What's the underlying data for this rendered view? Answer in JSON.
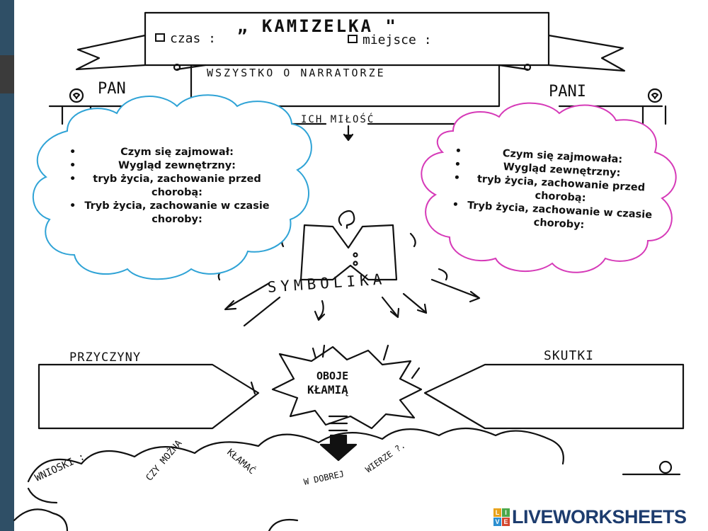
{
  "worksheet": {
    "title": "„ KAMIZELKA \"",
    "time_label": "czas :",
    "place_label": "miejsce :",
    "narrator_banner": "WSZYSTKO O NARRATORZE",
    "left_character": "PAN",
    "right_character": "PANI",
    "love_label": "ICH MIŁOŚĆ",
    "symbolism_label": "SYMBOLIKA",
    "causes_label": "PRZYCZYNY",
    "effects_label": "SKUTKI",
    "center_bubble": [
      "OBOJE",
      "KŁAMIĄ"
    ],
    "conclusions_label": "WNIOSKI :",
    "question_parts": [
      "CZY MOŻNA",
      "KŁAMAĆ",
      "W DOBREJ",
      "WIERZE ?."
    ]
  },
  "left_cloud": {
    "items": [
      "Czym się zajmował:",
      "Wygląd zewnętrzny:",
      "tryb życia, zachowanie przed chorobą:",
      "Tryb życia, zachowanie w czasie choroby:"
    ],
    "border_color": "#2fa3d6"
  },
  "right_cloud": {
    "items": [
      "Czym się zajmowała:",
      "Wygląd zewnętrzny:",
      "tryb życia, zachowanie przed chorobą:",
      "Tryb życia, zachowanie w czasie choroby:"
    ],
    "border_color": "#d63ab8"
  },
  "footer": {
    "logo_text": "LIVEWORKSHEETS",
    "logo_badge": [
      "L",
      "I",
      "V",
      "E"
    ]
  }
}
